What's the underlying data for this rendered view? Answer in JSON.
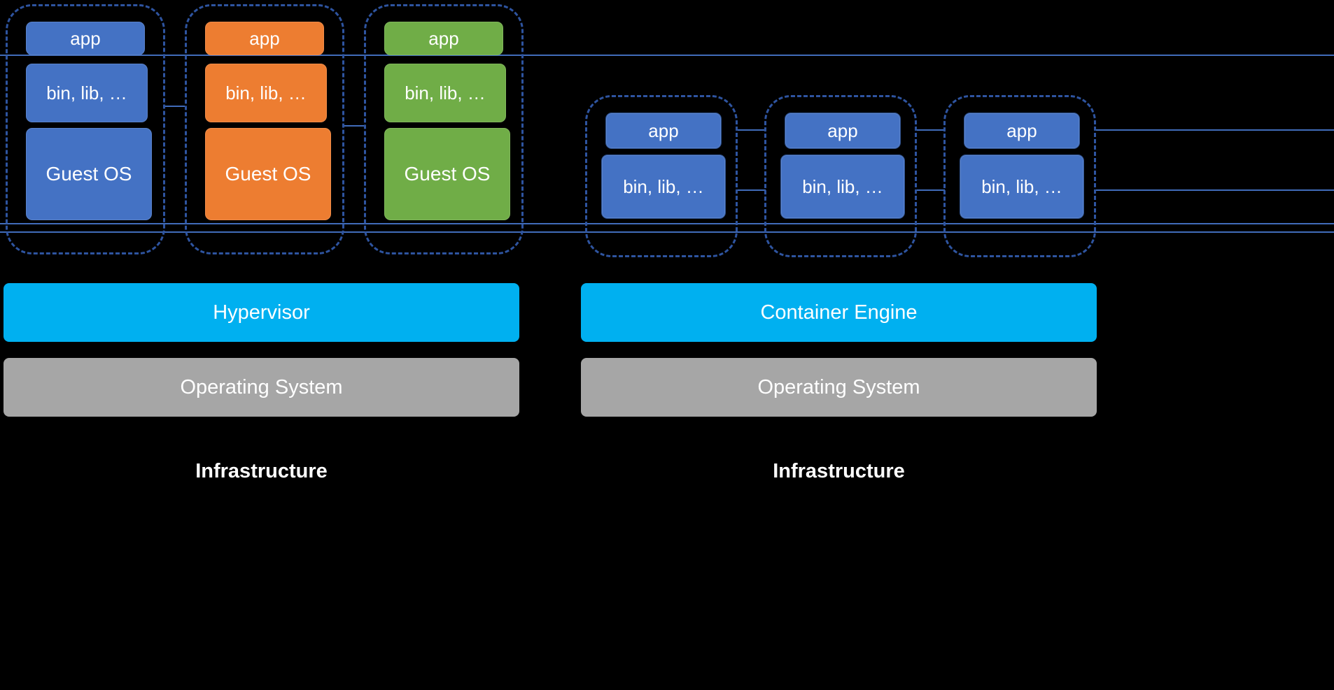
{
  "colors": {
    "blue": "#4472C4",
    "orange": "#ED7D31",
    "green": "#70AD47",
    "cyan": "#00B0F0",
    "gray": "#A6A6A6",
    "dash_border": "#2e54a0",
    "connector_line": "#4472C4"
  },
  "left": {
    "vms": [
      {
        "color": "#4472C4",
        "app": "app",
        "bin": "bin, lib, …",
        "guest_os": "Guest OS"
      },
      {
        "color": "#ED7D31",
        "app": "app",
        "bin": "bin, lib, …",
        "guest_os": "Guest OS"
      },
      {
        "color": "#70AD47",
        "app": "app",
        "bin": "bin, lib, …",
        "guest_os": "Guest OS"
      }
    ],
    "hypervisor_label": "Hypervisor",
    "os_label": "Operating System",
    "infrastructure_label": "Infrastructure"
  },
  "right": {
    "containers": [
      {
        "color": "#4472C4",
        "app": "app",
        "bin": "bin, lib, …"
      },
      {
        "color": "#4472C4",
        "app": "app",
        "bin": "bin, lib, …"
      },
      {
        "color": "#4472C4",
        "app": "app",
        "bin": "bin, lib, …"
      }
    ],
    "engine_label": "Container Engine",
    "os_label": "Operating System",
    "infrastructure_label": "Infrastructure"
  }
}
